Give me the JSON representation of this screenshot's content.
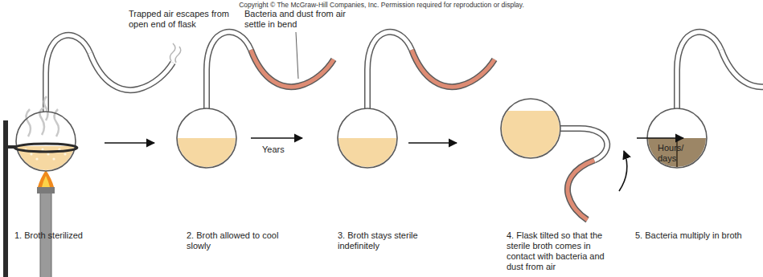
{
  "diagram": {
    "labels": [
      "Copyright © The McGraw-Hill Companies, Inc. Permission required for reproduction or display.",
      "Trapped air escapes from open end of flask",
      "Bacteria and dust from air settle in bend",
      "Years",
      "Hours/ days",
      "1. Broth sterilized",
      "2. Broth allowed to cool slowly",
      "3. Broth stays sterile indefinitely",
      "4. Flask tilted so that the sterile broth comes in contact with bacteria and dust from air",
      "5. Bacteria multiply in broth"
    ]
  }
}
